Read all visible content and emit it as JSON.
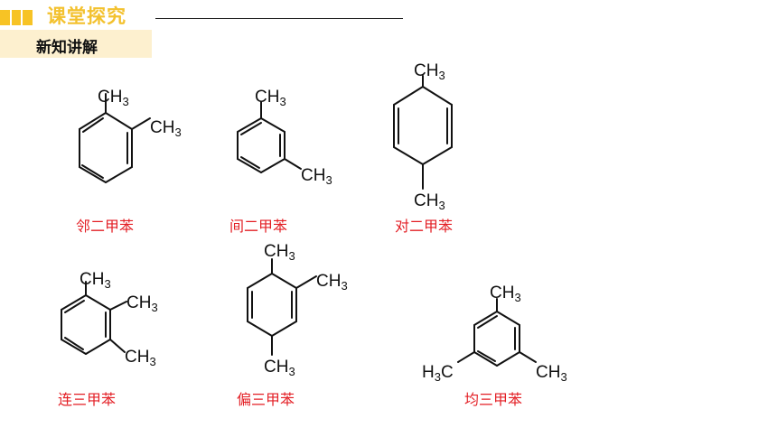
{
  "header": {
    "title": "课堂探究",
    "subtitle": "新知讲解",
    "accent_color": "#f3c12e"
  },
  "molecules": [
    {
      "name": "邻二甲苯",
      "methyl_label": "CH",
      "methyl_sub": "3"
    },
    {
      "name": "间二甲苯",
      "methyl_label": "CH",
      "methyl_sub": "3"
    },
    {
      "name": "对二甲苯",
      "methyl_label": "CH",
      "methyl_sub": "3"
    },
    {
      "name": "连三甲苯",
      "methyl_label": "CH",
      "methyl_sub": "3"
    },
    {
      "name": "偏三甲苯",
      "methyl_label": "CH",
      "methyl_sub": "3"
    },
    {
      "name": "均三甲苯",
      "methyl_label": "CH",
      "methyl_sub": "3",
      "left_methyl_h": "H",
      "left_methyl_sub": "3",
      "left_methyl_c": "C"
    }
  ],
  "name_color": "#e31e24"
}
